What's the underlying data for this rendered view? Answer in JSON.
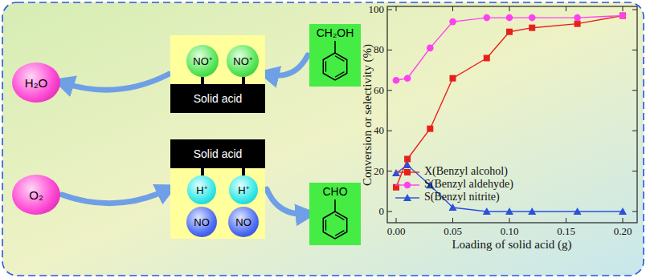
{
  "diagram": {
    "nodes": [
      {
        "text": [
          "H₂O"
        ]
      },
      {
        "text": [
          "O₂"
        ]
      },
      {
        "text": [
          "Solid acid"
        ]
      },
      {
        "text": [
          "NO⁺"
        ],
        "in": 2
      },
      {
        "text": [
          "NO⁺"
        ],
        "in": 2
      },
      {
        "text": [
          "Solid acid"
        ]
      },
      {
        "text": [
          "H⁺"
        ],
        "in": 5
      },
      {
        "text": [
          "H⁺"
        ],
        "in": 5
      },
      {
        "text": [
          "NO"
        ],
        "in": 5
      },
      {
        "text": [
          "NO"
        ],
        "in": 5
      },
      {
        "text": [
          "CH₂OH"
        ]
      },
      {
        "text": [
          "CHO"
        ]
      }
    ],
    "edges": [
      {
        "from": 2,
        "to": 0,
        "arrow": "to"
      },
      {
        "from": 1,
        "to": 5,
        "arrow": "to"
      },
      {
        "from": 10,
        "to": 2,
        "arrow": "to"
      },
      {
        "from": 5,
        "to": 11,
        "arrow": "to"
      }
    ],
    "labels": [
      "Conversion or selectivity (%)",
      "Loading of  solid acid (g)",
      "0",
      "20",
      "40",
      "60",
      "80",
      "100",
      "0.00",
      "0.05",
      "0.10",
      "0.15",
      "0.20"
    ],
    "legend": [
      {
        "text": "X(Benzyl alcohol)"
      },
      {
        "text": "S(Benzyl aldehyde)"
      },
      {
        "text": "S(Benzyl nitrite)"
      }
    ]
  }
}
